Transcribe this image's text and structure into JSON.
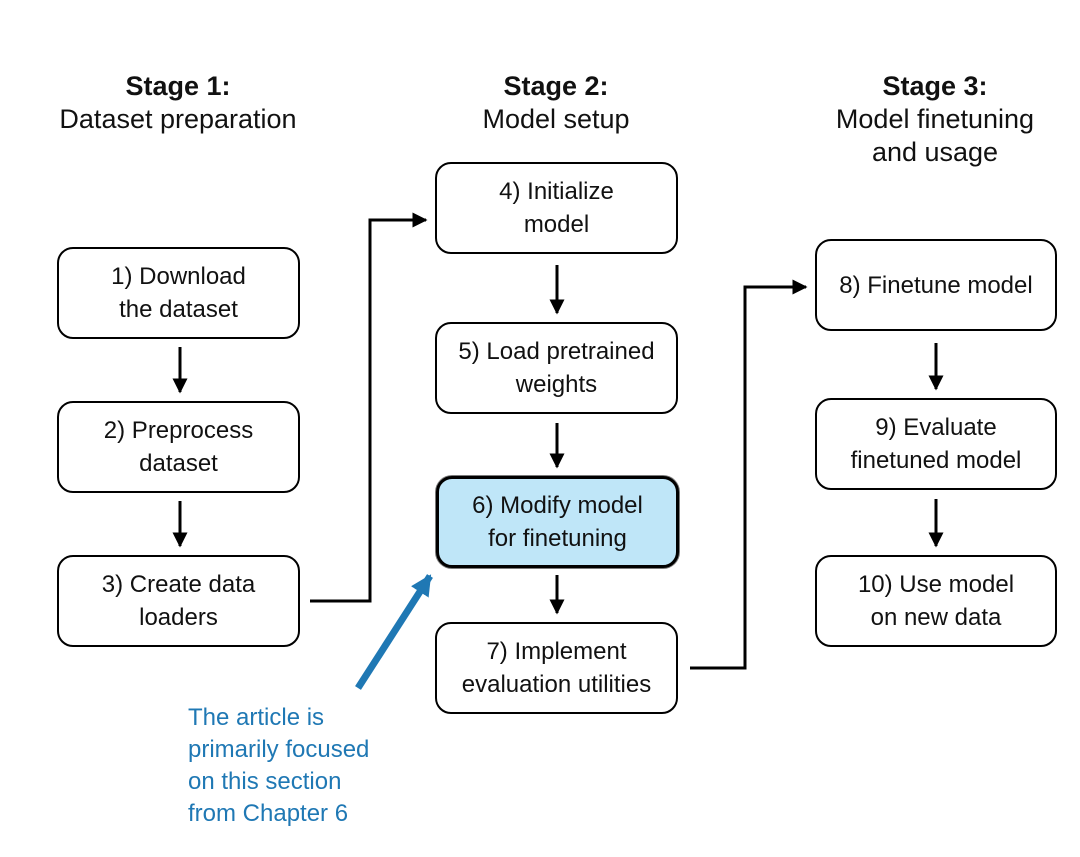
{
  "colors": {
    "highlight_fill": "#bfe6f8",
    "annotation": "#1f78b4",
    "line": "#000000"
  },
  "stages": [
    {
      "title": "Stage 1:",
      "subtitle": [
        "Dataset preparation"
      ]
    },
    {
      "title": "Stage 2:",
      "subtitle": [
        "Model setup"
      ]
    },
    {
      "title": "Stage 3:",
      "subtitle": [
        "Model finetuning",
        "and usage"
      ]
    }
  ],
  "steps": [
    {
      "label": "1) Download\nthe dataset"
    },
    {
      "label": "2) Preprocess\ndataset"
    },
    {
      "label": "3) Create data\nloaders"
    },
    {
      "label": "4) Initialize\nmodel"
    },
    {
      "label": "5) Load pretrained\nweights"
    },
    {
      "label": "6) Modify model\nfor finetuning",
      "highlighted": true
    },
    {
      "label": "7) Implement\nevaluation utilities"
    },
    {
      "label": "8) Finetune model"
    },
    {
      "label": "9) Evaluate\nfinetuned model"
    },
    {
      "label": "10) Use model\non new data"
    }
  ],
  "annotation": {
    "text": "The article is\nprimarily focused\non this section\nfrom Chapter 6"
  }
}
